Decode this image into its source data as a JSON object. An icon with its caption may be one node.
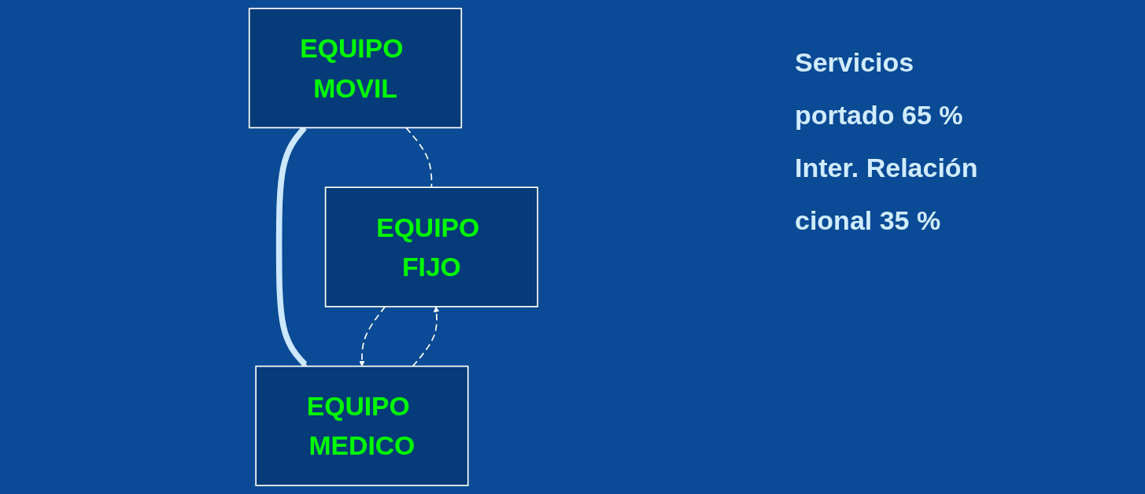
{
  "diagram": {
    "nodes": [
      {
        "text": [
          "EQUIPO MOVIL"
        ]
      },
      {
        "text": [
          "EQUIPO FIJO"
        ]
      },
      {
        "text": [
          "EQUIPO MEDICO"
        ]
      }
    ],
    "edges": [
      {
        "from": 0,
        "to": 1,
        "arrow": "none",
        "style": "dashed"
      },
      {
        "from": 0,
        "to": 2,
        "arrow": "to",
        "style": "thick",
        "color": "#cce8ff"
      },
      {
        "from": 1,
        "to": 2,
        "arrow": "to",
        "style": "dashed"
      },
      {
        "from": 2,
        "to": 1,
        "arrow": "to",
        "style": "dashed"
      }
    ],
    "labels": [
      "Servicios",
      "portado 65 %",
      "Inter. Relación",
      "cional 35 %"
    ]
  }
}
